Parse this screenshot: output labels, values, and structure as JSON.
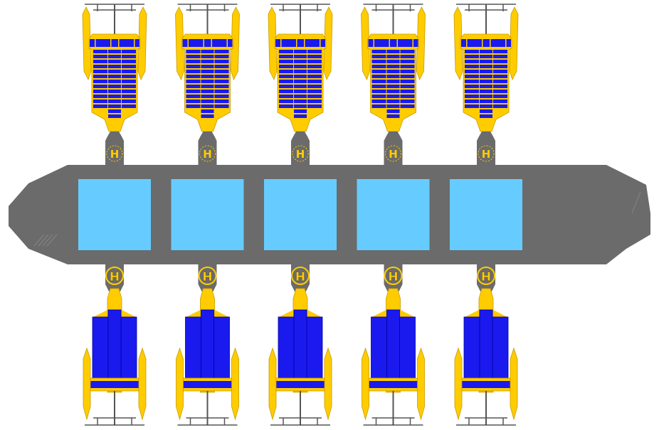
{
  "colors": {
    "hull": "#6b6b6b",
    "pool": "#66ccff",
    "frame": "#ffcc00",
    "frame_edge": "#c89b00",
    "panel": "#1a1aee",
    "panel_edge": "#0000a0",
    "rail": "#555555",
    "background": "#ffffff"
  },
  "helipad_symbol": "H",
  "modules": [
    {
      "id": 1,
      "helipad_top": "H",
      "helipad_bottom": "H"
    },
    {
      "id": 2,
      "helipad_top": "H",
      "helipad_bottom": "H"
    },
    {
      "id": 3,
      "helipad_top": "H",
      "helipad_bottom": "H"
    },
    {
      "id": 4,
      "helipad_top": "H",
      "helipad_bottom": "H"
    },
    {
      "id": 5,
      "helipad_top": "H",
      "helipad_bottom": "H"
    }
  ]
}
